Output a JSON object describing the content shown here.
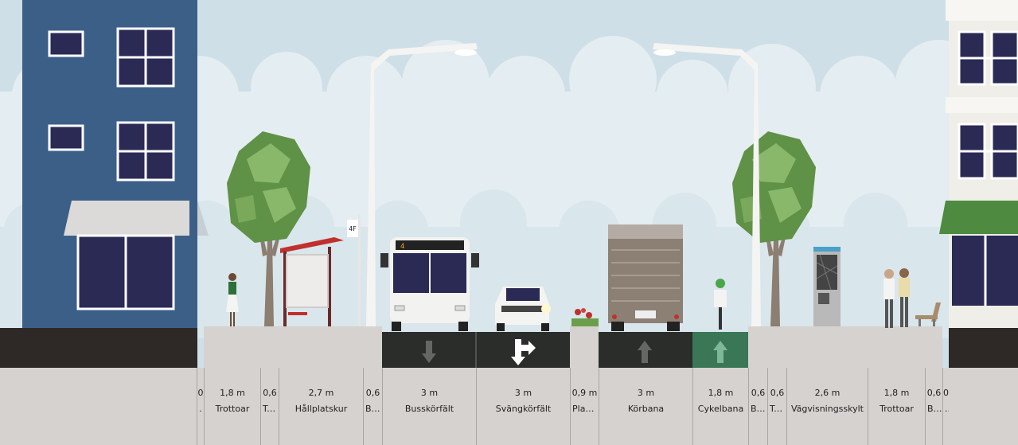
{
  "colors": {
    "sky": "#cfdfe7",
    "building_left": "#3c5f88",
    "asphalt": "#2b2d2b",
    "bike_lane": "#3a7756",
    "sidewalk": "#d6d2cf",
    "curb_label_band": "#d6d2cf"
  },
  "bus": {
    "route_number": "4"
  },
  "bus_stop_sign": {
    "text": "4F"
  },
  "segments": [
    {
      "width_label": "0",
      "name": "."
    },
    {
      "width_label": "1,8 m",
      "name": "Trottoar"
    },
    {
      "width_label": "0,6",
      "name": "Trädplantering"
    },
    {
      "width_label": "2,7 m",
      "name": "Hållplatskur"
    },
    {
      "width_label": "0,6",
      "name": "Belysning"
    },
    {
      "width_label": "3 m",
      "name": "Busskörfält"
    },
    {
      "width_label": "3 m",
      "name": "Svängkörfält"
    },
    {
      "width_label": "0,9 m",
      "name": "Planteringsremsa"
    },
    {
      "width_label": "3 m",
      "name": "Körbana"
    },
    {
      "width_label": "1,8 m",
      "name": "Cykelbana"
    },
    {
      "width_label": "0,6",
      "name": "Belysning"
    },
    {
      "width_label": "0,6",
      "name": "Trädplantering"
    },
    {
      "width_label": "2,6 m",
      "name": "Vägvisningsskylt"
    },
    {
      "width_label": "1,8 m",
      "name": "Trottoar"
    },
    {
      "width_label": "0,6",
      "name": "Bänk"
    },
    {
      "width_label": "0",
      "name": "."
    }
  ]
}
